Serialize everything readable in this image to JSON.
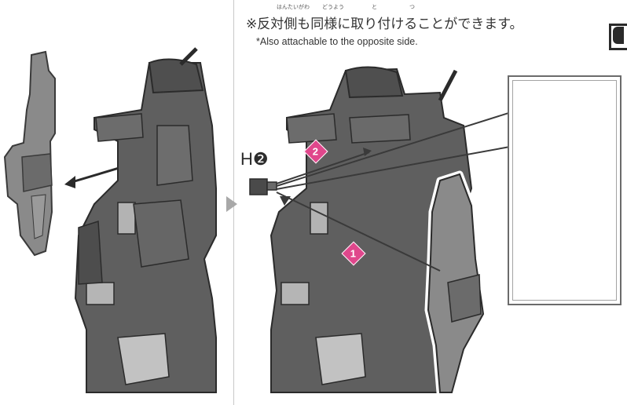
{
  "note": {
    "japanese": "※反対側も同様に取り付けることができます。",
    "english": "*Also attachable to the opposite side.",
    "ruby": [
      "はんたいがわ",
      "どうよう",
      "と",
      "つ"
    ]
  },
  "part_label": "H❷",
  "steps": [
    {
      "label": "1"
    },
    {
      "label": "2"
    }
  ],
  "colors": {
    "plastic_dark": "#5b5b5b",
    "plastic_mid": "#7a7a7a",
    "plastic_light": "#b0b0b0",
    "step_marker": "#e0478c",
    "outline": "#2a2a2a"
  },
  "icons": [
    "corner-tab-icon",
    "panel-arrow-icon"
  ]
}
